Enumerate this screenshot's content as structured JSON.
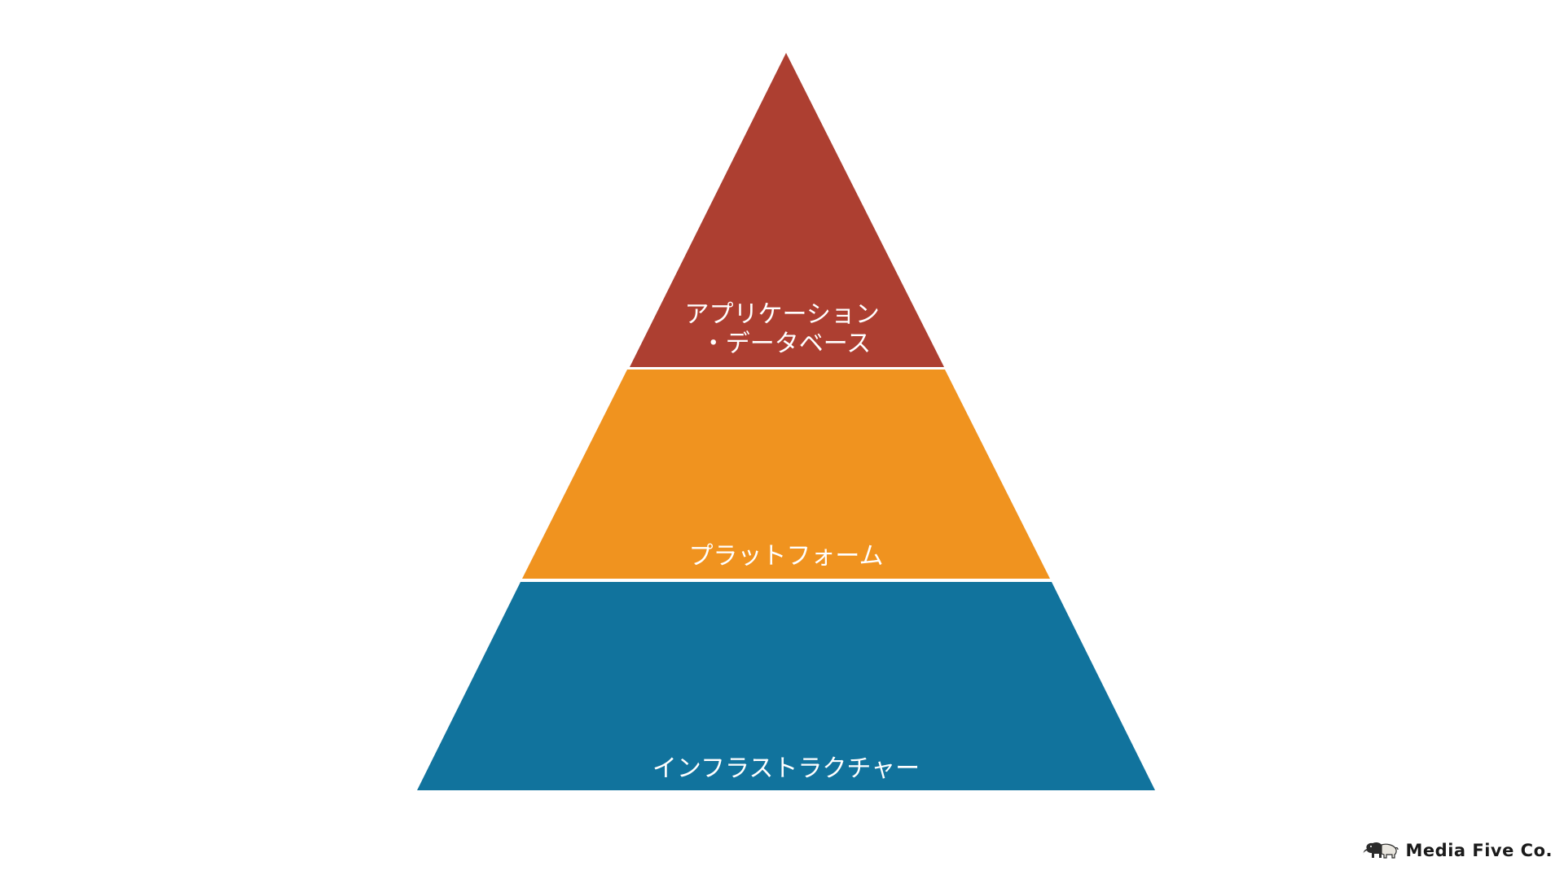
{
  "diagram": {
    "type": "pyramid",
    "tiers": [
      {
        "id": "top",
        "lines": [
          "アプリケーション",
          "・データベース"
        ],
        "color": "#AD3F31"
      },
      {
        "id": "middle",
        "lines": [
          "プラットフォーム"
        ],
        "color": "#F0931F"
      },
      {
        "id": "bottom",
        "lines": [
          "インフラストラクチャー"
        ],
        "color": "#11739D"
      }
    ],
    "separator_color": "#FFFFFF"
  },
  "logo": {
    "text": "Media Five Co.",
    "icon": "tapir-icon",
    "color": "#1A1A1A"
  }
}
